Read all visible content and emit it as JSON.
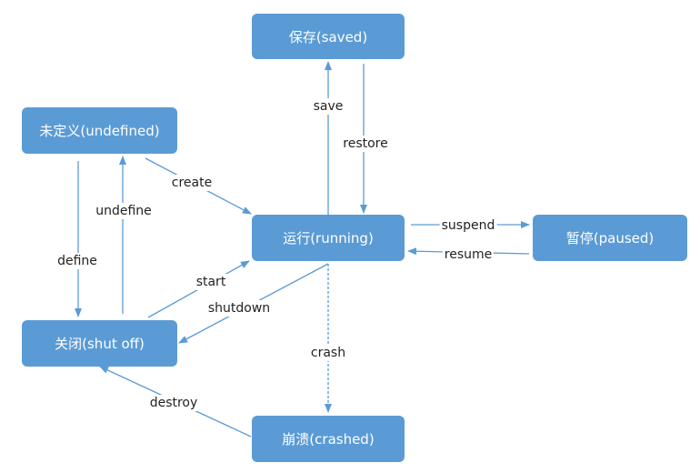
{
  "states": {
    "saved": "保存(saved)",
    "undefined": "未定义(undefined)",
    "running": "运行(running)",
    "paused": "暂停(paused)",
    "shutoff": "关闭(shut off)",
    "crashed": "崩溃(crashed)"
  },
  "transitions": {
    "save": "save",
    "restore": "restore",
    "create": "create",
    "undefine": "undefine",
    "define": "define",
    "suspend": "suspend",
    "resume": "resume",
    "start": "start",
    "shutdown": "shutdown",
    "crash": "crash",
    "destroy": "destroy"
  },
  "colors": {
    "node_fill": "#5b9bd5",
    "node_text": "#ffffff",
    "edge": "#5b9bd5"
  }
}
